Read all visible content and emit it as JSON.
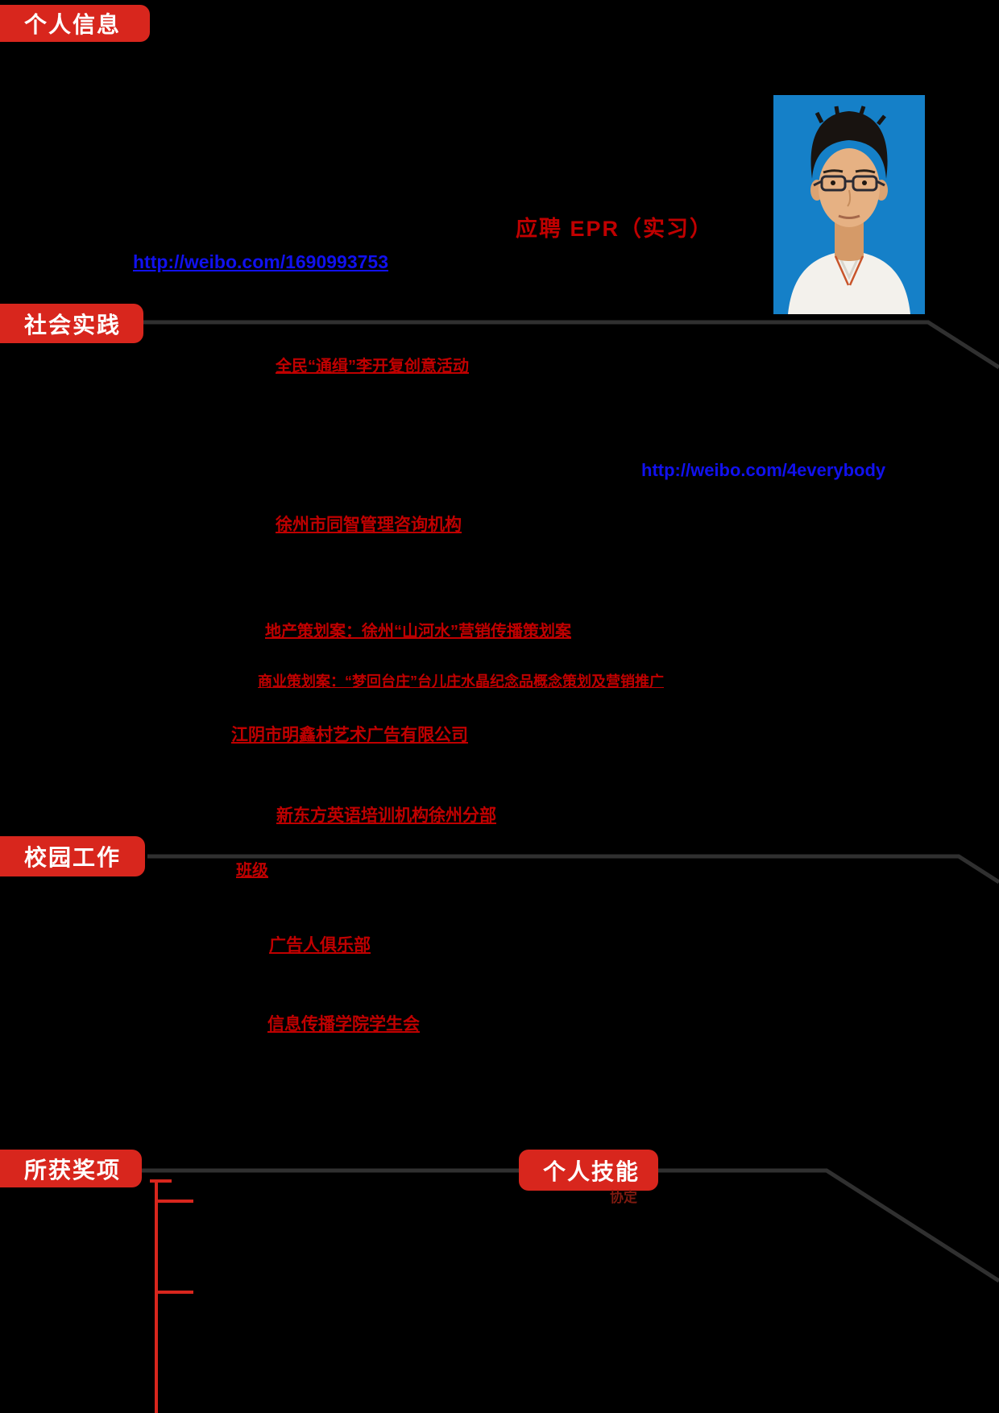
{
  "colors": {
    "bg": "#000000",
    "tab-red": "#d8261d",
    "link-red": "#c00000",
    "link-blue": "#1111ee",
    "line-gray": "#303030",
    "photo-blue": "#1580c8",
    "small-red": "#7e1a10"
  },
  "tabs": {
    "personal_info": "个人信息",
    "social_practice": "社会实践",
    "campus_work": "校园工作",
    "awards": "所获奖项",
    "skills": "个人技能"
  },
  "header": {
    "apply_title": "应聘 EPR（实习）"
  },
  "contact": {
    "weibo_personal": "http://weibo.com/1690993753",
    "weibo_campaign": "http://weibo.com/4everybody"
  },
  "social_practice": {
    "link_kaifulee_campaign": "全民“通缉”李开复创意活动",
    "link_tongzhi_consulting": "徐州市同智管理咨询机构",
    "link_realestate_case": "地产策划案：徐州“山河水”营销传播策划案",
    "link_business_case": "商业策划案：“梦回台庄”台儿庄水晶纪念品概念策划及营销推广",
    "link_mingxincun_ad": "江阴市明鑫村艺术广告有限公司",
    "link_neworiental": "新东方英语培训机构徐州分部"
  },
  "campus_work": {
    "link_class": "班级",
    "link_ad_club": "广告人俱乐部",
    "link_student_union": "信息传播学院学生会"
  },
  "skills": {
    "partial_text": "协定"
  },
  "photo": {
    "description": "id-photo"
  }
}
